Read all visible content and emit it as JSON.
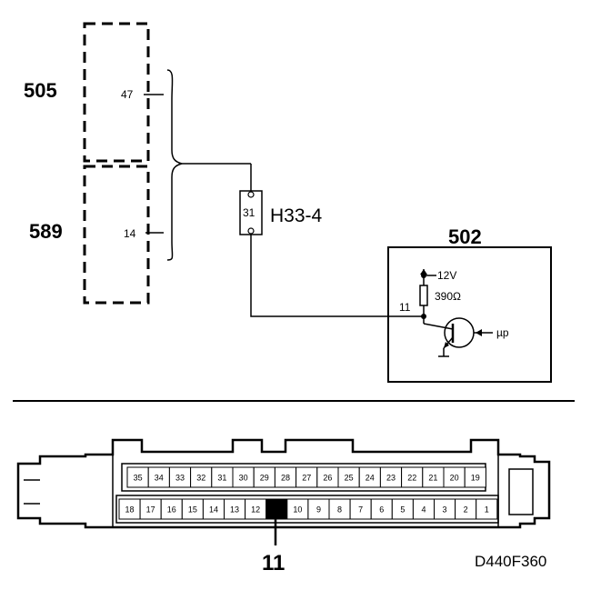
{
  "diagram": {
    "module_505": {
      "label": "505",
      "pin": "47"
    },
    "module_589": {
      "label": "589",
      "pin": "14"
    },
    "connector_h33": {
      "label": "H33-4",
      "pin": "31"
    },
    "ecu_502": {
      "label": "502",
      "pin": "11",
      "supply": "12V",
      "resistor": "390Ω",
      "input": "µp"
    },
    "ecu_connector": {
      "top_row": [
        "35",
        "34",
        "33",
        "32",
        "31",
        "30",
        "29",
        "28",
        "27",
        "26",
        "25",
        "24",
        "23",
        "22",
        "21",
        "20",
        "19"
      ],
      "bottom_row": [
        "18",
        "17",
        "16",
        "15",
        "14",
        "13",
        "12",
        "11",
        "10",
        "9",
        "8",
        "7",
        "6",
        "5",
        "4",
        "3",
        "2",
        "1"
      ],
      "highlighted_pin": "11",
      "callout_label": "11"
    },
    "figure_id": "D440F360"
  }
}
